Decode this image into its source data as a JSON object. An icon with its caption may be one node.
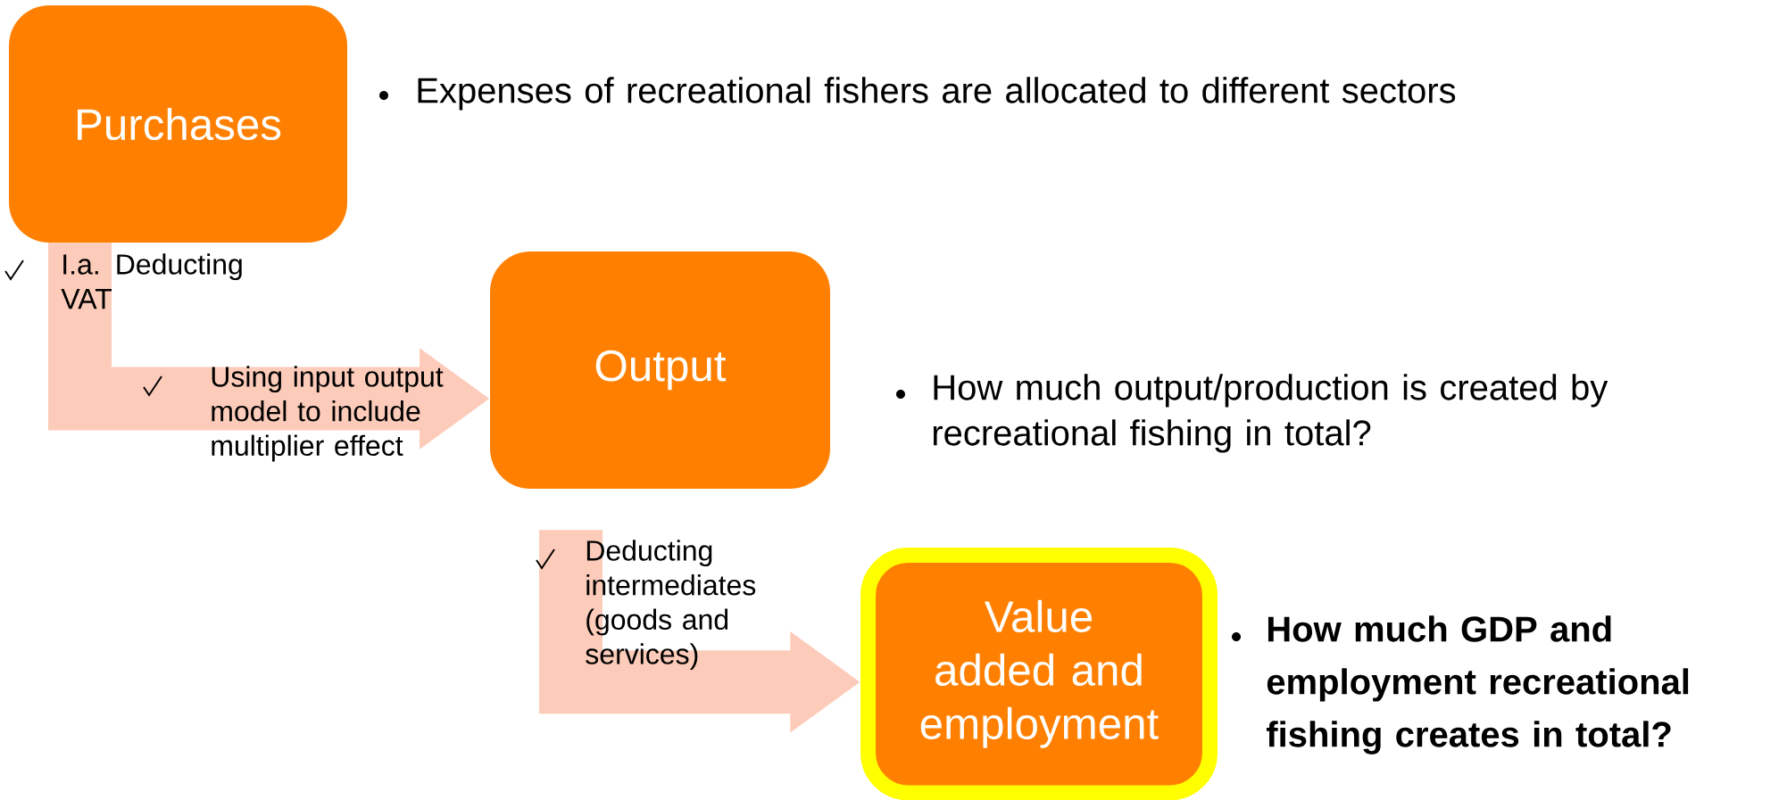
{
  "diagram": {
    "nodes": [
      {
        "text": [
          "Purchases"
        ],
        "beside": [
          "Expenses of recreational fishers are allocated to different sectors"
        ]
      },
      {
        "text": [
          "Output"
        ],
        "beside": [
          "How much output/production is created by recreational fishing in total?"
        ]
      },
      {
        "text": [
          "Value added and employment"
        ],
        "beside": [
          "How much GDP and employment recreational fishing creates in total?"
        ]
      }
    ],
    "edges": [
      {
        "from": 0,
        "to": 1,
        "arrow": "to"
      },
      {
        "from": 1,
        "to": 2,
        "arrow": "to"
      }
    ],
    "labels": [
      "I.a. Deducting VAT",
      "Using input output model to include multiplier effect",
      "Deducting intermediates (goods and services)"
    ]
  }
}
